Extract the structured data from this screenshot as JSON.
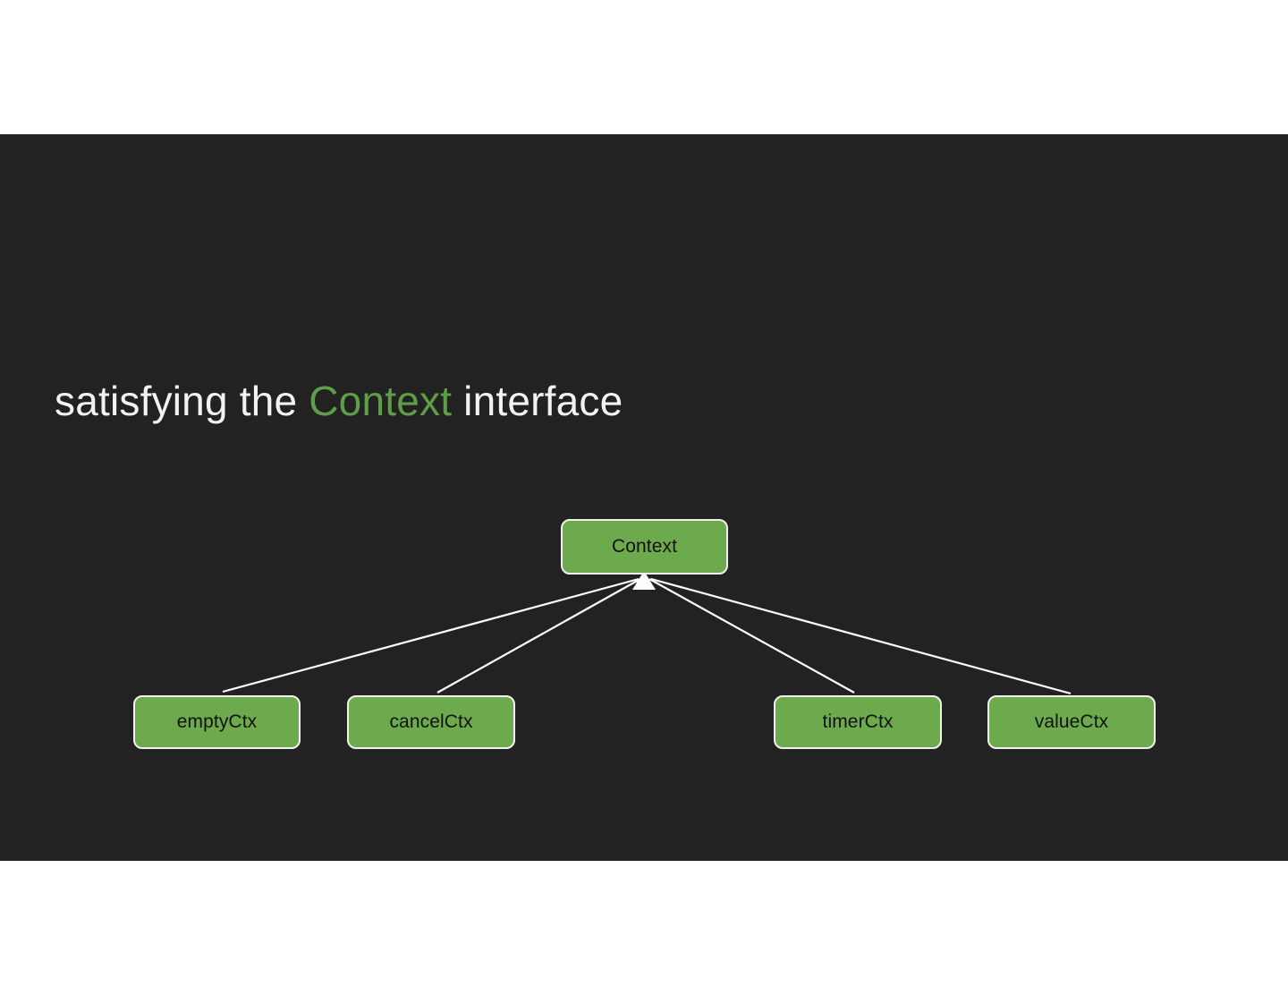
{
  "page": {
    "background": "#ffffff",
    "slide_background": "#222222"
  },
  "slide": {
    "title": {
      "prefix": "satisfying the ",
      "accent": "Context",
      "suffix": " interface",
      "text_color": "#f2f2f2",
      "accent_color": "#5f9e47"
    }
  },
  "diagram": {
    "type": "inheritance-tree",
    "node_fill": "#6daa4e",
    "node_border": "#f1f1ef",
    "node_text_color": "#111111",
    "edge_color": "#ffffff",
    "root": {
      "id": "context",
      "label": "Context"
    },
    "children": [
      {
        "id": "emptyctx",
        "label": "emptyCtx"
      },
      {
        "id": "cancelctx",
        "label": "cancelCtx"
      },
      {
        "id": "timerctx",
        "label": "timerCtx"
      },
      {
        "id": "valuectx",
        "label": "valueCtx"
      }
    ]
  }
}
